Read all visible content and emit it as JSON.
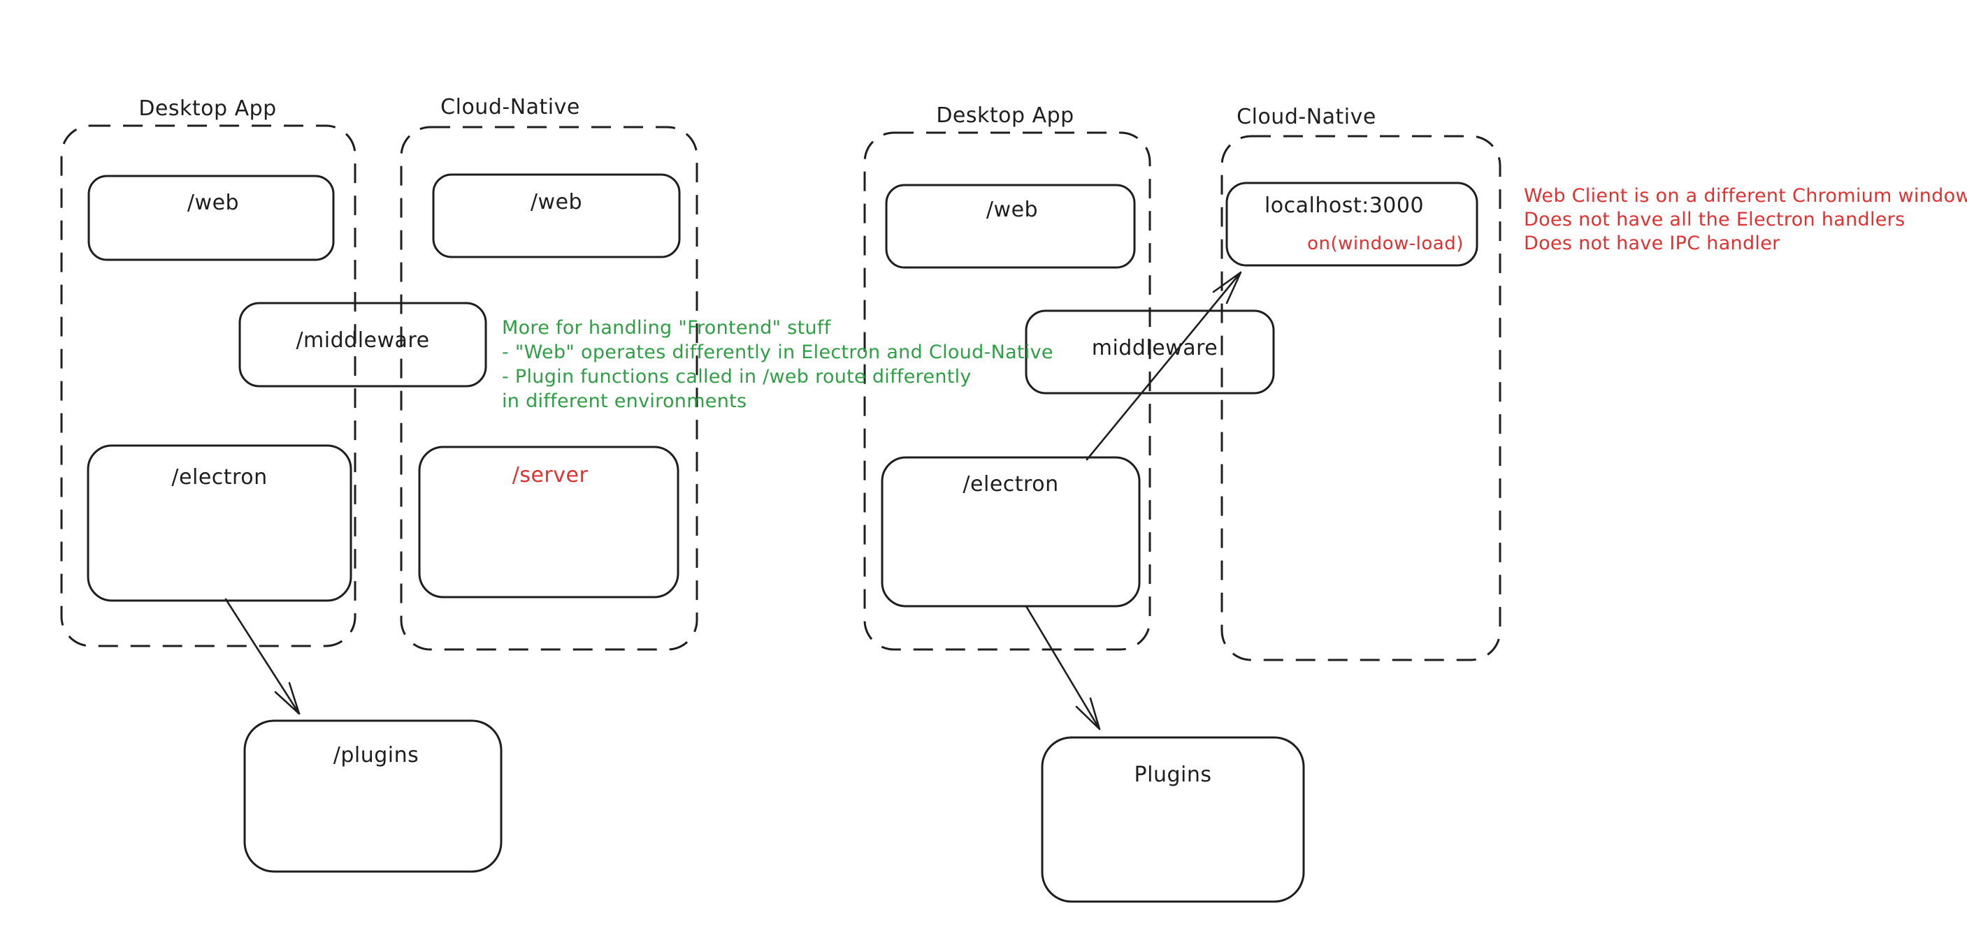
{
  "colors": {
    "ink": "#1e1e1e",
    "green": "#2f9e44",
    "red": "#e03131",
    "background": "#ffffff"
  },
  "left_diagram": {
    "desktop_group": {
      "label": "Desktop App",
      "web_box_label": "/web",
      "electron_box_label": "/electron"
    },
    "cloud_group": {
      "label": "Cloud-Native",
      "web_box_label": "/web",
      "server_box_label": "/server"
    },
    "middleware_box_label": "/middleware",
    "plugins_box_label": "/plugins",
    "green_note_lines": [
      "More for handling \"Frontend\" stuff",
      "- \"Web\" operates differently in Electron and Cloud-Native",
      "- Plugin functions called in /web route differently",
      "in different environments"
    ]
  },
  "right_diagram": {
    "desktop_group": {
      "label": "Desktop App",
      "web_box_label": "/web",
      "electron_box_label": "/electron"
    },
    "cloud_group": {
      "label": "Cloud-Native",
      "localhost_box_label": "localhost:3000",
      "window_load_label": "on(window-load)"
    },
    "middleware_box_label": "middleware",
    "plugins_box_label": "Plugins",
    "red_note_lines": [
      "Web Client is on a different Chromium window",
      "Does not have all the Electron handlers",
      "Does not have IPC handler"
    ]
  }
}
